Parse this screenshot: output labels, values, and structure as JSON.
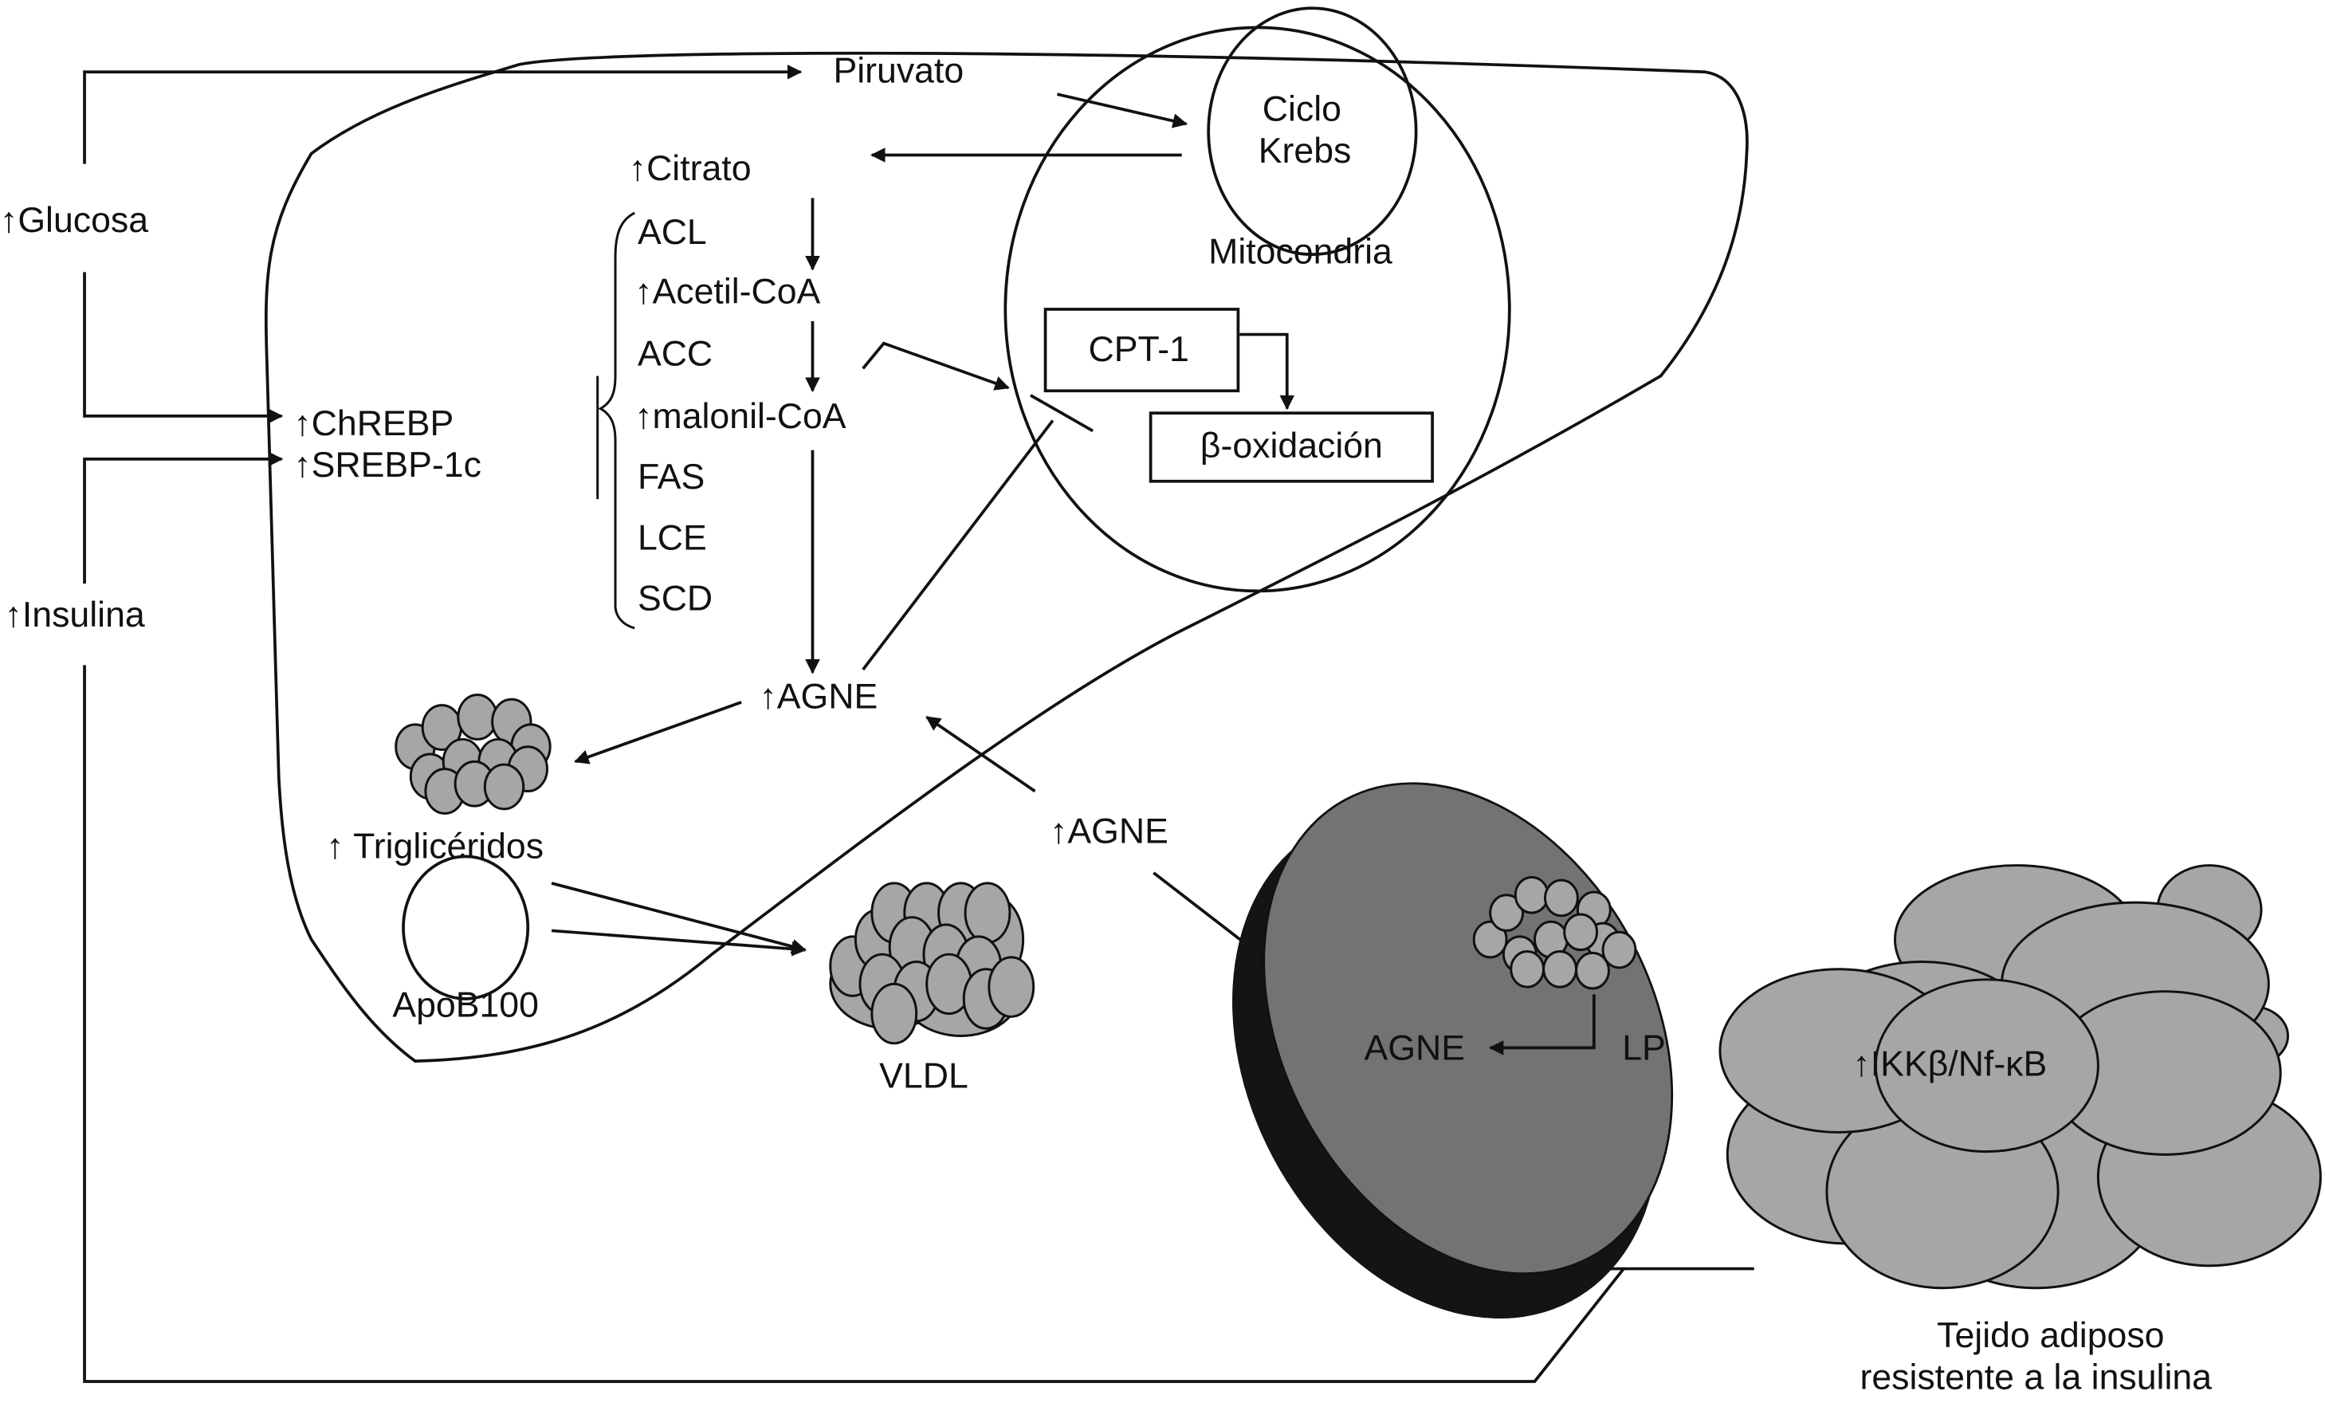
{
  "diagram": {
    "colors": {
      "ink": "#111111",
      "lipid_gray": "#a6a6a6",
      "adipocyte_face": "#737373",
      "adipocyte_rim": "#141414",
      "background": "#ffffff"
    },
    "inputs": {
      "glucosa": "↑Glucosa",
      "insulina": "↑Insulina"
    },
    "transcription_factors": {
      "chrebp": "↑ChREBP",
      "srebp": "↑SREBP-1c"
    },
    "pathway": {
      "piruvato": "Piruvato",
      "citrato": "↑Citrato",
      "acl": "ACL",
      "acetil_coa": "↑Acetil-CoA",
      "acc": "ACC",
      "malonil_coa": "↑malonil-CoA",
      "fas": "FAS",
      "lce": "LCE",
      "scd": "SCD",
      "agne_liver": "↑AGNE"
    },
    "mitochondria": {
      "krebs_line1": "Ciclo",
      "krebs_line2": "Krebs",
      "label": "Mitocondria",
      "cpt1": "CPT-1",
      "beta_ox": "β-oxidación"
    },
    "lipids": {
      "trigliceridos": "↑ Triglicéridos",
      "apob100": "ApoB100",
      "vldl": "VLDL",
      "agne_influx": "↑AGNE"
    },
    "adipose": {
      "agne": "AGNE",
      "lp": "LP",
      "ikk": "↑IKKβ/Nf-κB",
      "caption_line1": "Tejido adiposo",
      "caption_line2": "resistente a la insulina"
    }
  }
}
